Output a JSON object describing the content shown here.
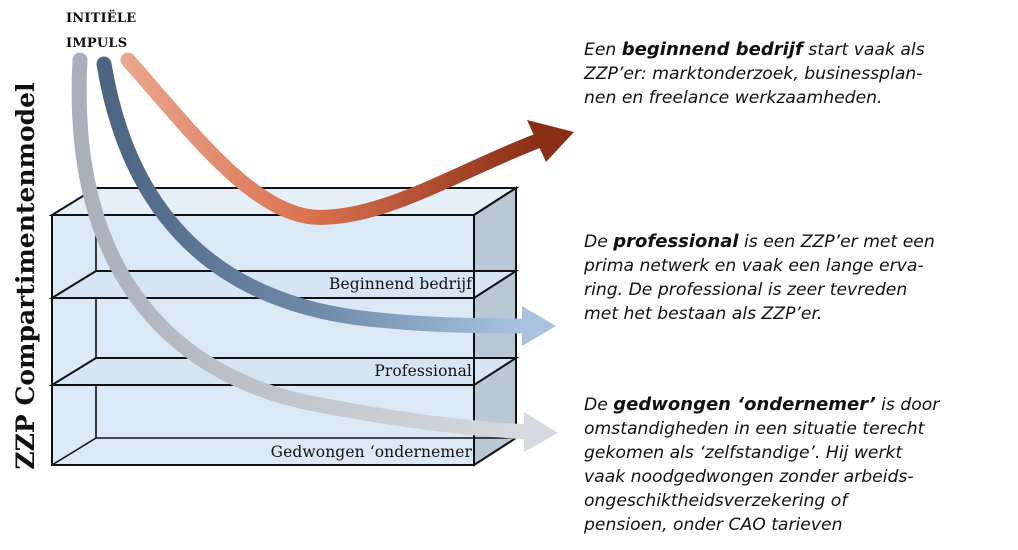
{
  "title": "ZZP Compartimentenmodel",
  "impulse_label": [
    "INITIËLE",
    "IMPULS"
  ],
  "compartments": [
    "Beginnend bedrijf",
    "Professional",
    "Gedwongen ‘ondernemer"
  ],
  "colors": {
    "box_face": "#dbe9f6",
    "box_side": "#b7c6d2",
    "arrow_orange_start": "#e8a187",
    "arrow_orange_end": "#8a2e16",
    "arrow_blue_start": "#4f6680",
    "arrow_blue_end": "#a7c1dd",
    "arrow_grey_start": "#aeb3bd",
    "arrow_grey_end": "#d3d6dd"
  },
  "descriptions": {
    "beginnend": {
      "l1_a": "Een ",
      "l1_b": "beginnend bedrijf",
      "l1_c": " start vaak als",
      "l2": "ZZP’er: marktonderzoek,  businessplan-",
      "l3": "nen en freelance werkzaamheden."
    },
    "professional": {
      "l1_a": "De ",
      "l1_b": "professional",
      "l1_c": " is een ZZP’er met een",
      "l2": "prima netwerk en vaak een lange erva-",
      "l3": "ring. De professional is zeer tevreden",
      "l4": "met het bestaan als ZZP’er."
    },
    "gedwongen": {
      "l1_a": "De ",
      "l1_b": "gedwongen ‘ondernemer’",
      "l1_c": " is door",
      "l2": "omstandigheden in een situatie terecht",
      "l3": "gekomen als ‘zelfstandige’. Hij werkt",
      "l4": "vaak noodgedwongen zonder arbeids-",
      "l5": "ongeschiktheidsverzekering of",
      "l6": "pensioen, onder CAO tarieven"
    }
  }
}
